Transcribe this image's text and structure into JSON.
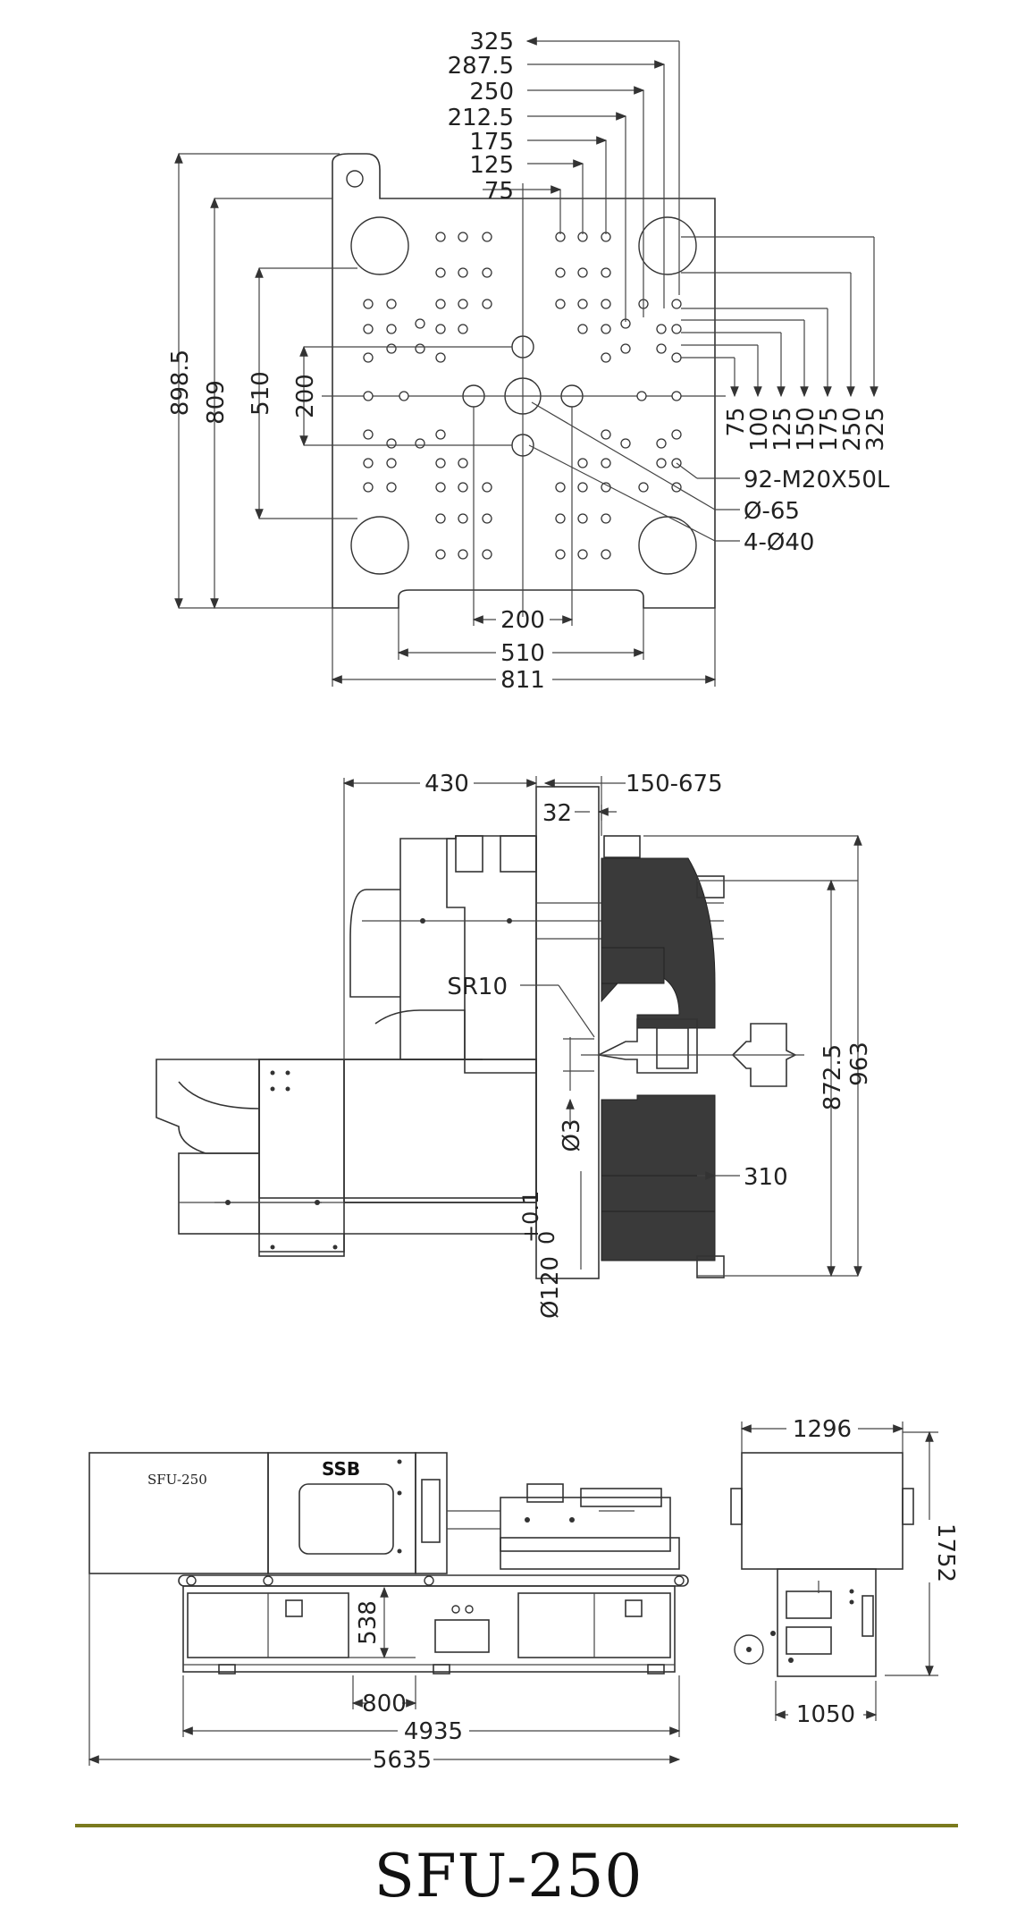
{
  "platen": {
    "top_dims": [
      "325",
      "287.5",
      "250",
      "212.5",
      "175",
      "125",
      "75"
    ],
    "left_dims": [
      "898.5",
      "809",
      "510",
      "200"
    ],
    "right_dims": [
      "75",
      "100",
      "125",
      "150",
      "175",
      "250",
      "325"
    ],
    "notes": [
      "92-M20X50L",
      "Ø-65",
      "4-Ø40"
    ],
    "bottom_dims": [
      "200",
      "510",
      "811"
    ]
  },
  "side": {
    "dims": [
      "430",
      "150-675",
      "32",
      "SR10",
      "Ø3",
      "310",
      "872.5",
      "963",
      "Ø120"
    ],
    "tol_top": "+0.1",
    "tol_bottom": "0"
  },
  "machine": {
    "label": "SFU-250",
    "brand": "SSB",
    "dims": [
      "538",
      "800",
      "4935",
      "5635"
    ]
  },
  "end": {
    "dims": [
      "1296",
      "1752",
      "1050"
    ]
  },
  "footer": {
    "title": "SFU-250",
    "rule_color": "#7a7a1e"
  }
}
